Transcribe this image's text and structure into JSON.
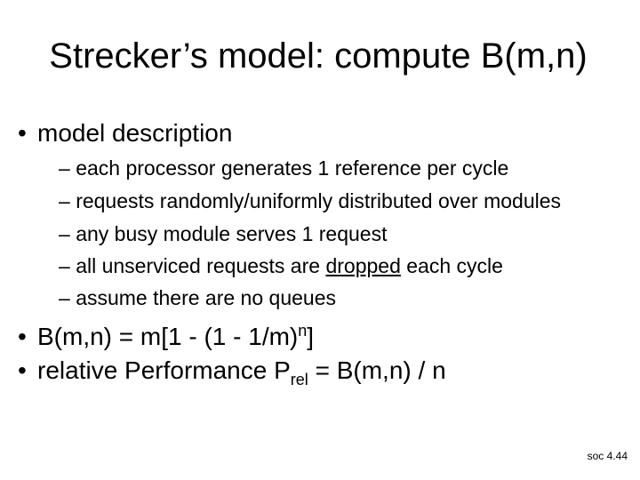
{
  "title": "Strecker’s model: compute B(m,n)",
  "bullets": [
    {
      "marker": "•",
      "text": "model description",
      "subitems": [
        {
          "marker": "–",
          "text": "each processor generates 1 reference per cycle"
        },
        {
          "marker": "–",
          "text": "requests randomly/uniformly distributed over modules"
        },
        {
          "marker": "–",
          "text": "any busy module serves 1 request"
        },
        {
          "marker": "–",
          "text_before": "all unserviced requests are",
          "underlined": "dropped",
          "text_after": "each cycle"
        },
        {
          "marker": "–",
          "text": "assume there are no queues"
        }
      ]
    },
    {
      "marker": "•",
      "formula_main": "B(m,n) = m[1 - (1 - 1/m)",
      "formula_sup": "n",
      "formula_end": "]"
    },
    {
      "marker": "•",
      "text_before": "relative Performance P",
      "subscript": "rel",
      "text_after": "= B(m,n) / n"
    }
  ],
  "slide_number": "soc 4.44"
}
